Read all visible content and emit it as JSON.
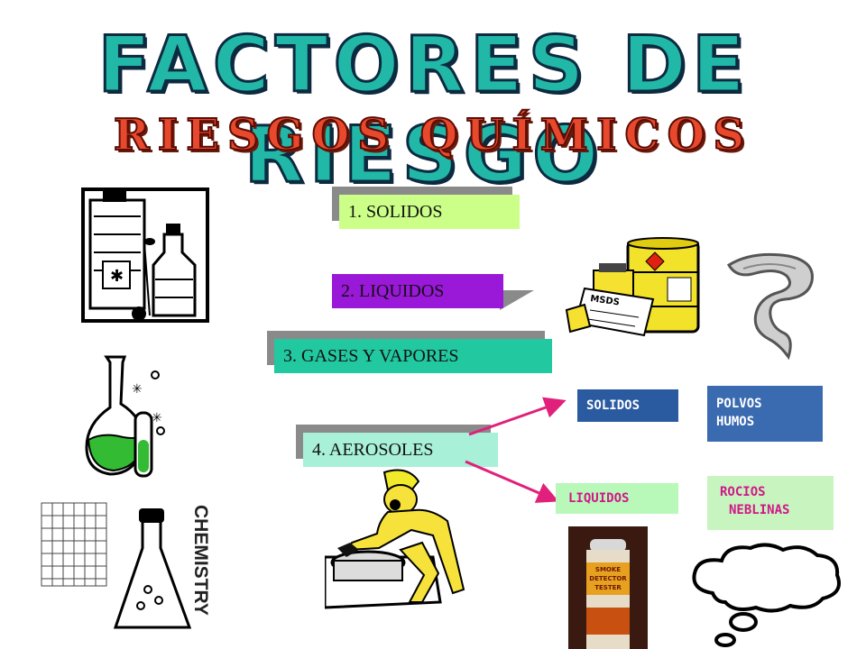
{
  "title": "FACTORES DE RIESGO",
  "subtitle": "RIESGOS QUÍMICOS",
  "categories": {
    "solidos": "1. SOLIDOS",
    "liquidos": "2. LIQUIDOS",
    "gases": "3. GASES Y VAPORES",
    "aerosoles": "4. AEROSOLES"
  },
  "aerosol_types": {
    "solidos": "SOLIDOS",
    "liquidos": "LIQUIDOS",
    "polvos": "POLVOS",
    "humos": "HUMOS",
    "rocios": "ROCIOS",
    "neblinas": "NEBLINAS"
  },
  "illustrations": {
    "drum_label": "MSDS",
    "book_label": "CHEMISTRY",
    "can_label_1": "SMOKE",
    "can_label_2": "DETECTOR",
    "can_label_3": "TESTER"
  },
  "colors": {
    "title": "#22b8a8",
    "subtitle": "#e8492c",
    "arrow": "#e0207a"
  }
}
